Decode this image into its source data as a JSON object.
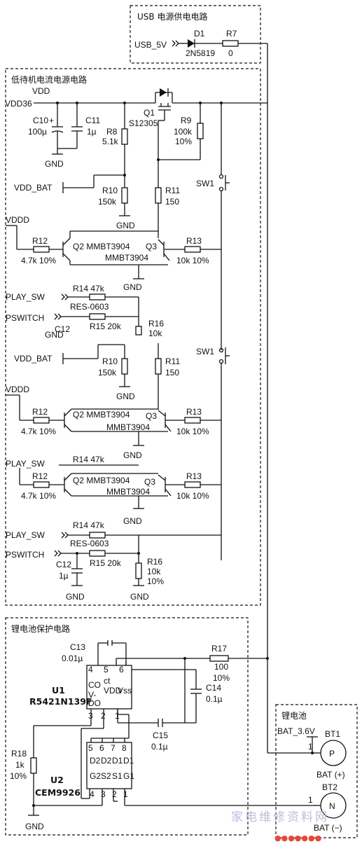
{
  "usb_section": {
    "title": "USB 电源供电电路",
    "net": "USB_5V",
    "d1": {
      "ref": "D1",
      "part": "2N5819"
    },
    "r7": {
      "ref": "R7",
      "value": "0"
    }
  },
  "standby_section": {
    "title": "低待机电流电源电路",
    "vdd_label": "VDD",
    "vdd36_label": "VDD36",
    "c10": {
      "ref": "C10",
      "value": "100µ",
      "polarity": "+"
    },
    "c11": {
      "ref": "C11",
      "value": "1µ"
    },
    "gnd": "GND",
    "q1": {
      "ref": "Q1",
      "part": "S12305"
    },
    "r8": {
      "ref": "R8",
      "value": "5.1k"
    },
    "r9": {
      "ref": "R9",
      "value": "100k",
      "tol": "10%"
    },
    "vdd_bat": "VDD_BAT",
    "r10": {
      "ref": "R10",
      "value": "150k"
    },
    "r11": {
      "ref": "R11",
      "value": "150"
    },
    "sw1": "SW1",
    "vddd": "VDDD",
    "r12": {
      "ref": "R12",
      "value": "4.7k 10%"
    },
    "q2": "Q2 MMBT3904",
    "q3": {
      "ref": "Q3",
      "part": "MMBT3904"
    },
    "r13": {
      "ref": "R13",
      "value": "10k 10%"
    },
    "play_sw": "PLAY_SW",
    "pswitch": "PSWITCH",
    "r14": "R14 47k",
    "res0603": "RES-0603",
    "c12": {
      "ref": "C12",
      "value": "1µ"
    },
    "r15": "R15 20k",
    "r16": {
      "ref": "R16",
      "value": "10k",
      "tol": "10%"
    },
    "frag_gnd": "GND",
    "frag_10k": "10k",
    "frag_play": "PLAY_SW"
  },
  "battery_protect_section": {
    "title": "锂电池保护电路",
    "c13": {
      "ref": "C13",
      "value": "0.01µ"
    },
    "r17": {
      "ref": "R17",
      "value": "100",
      "tol": "10%"
    },
    "u1": {
      "ref": "U1",
      "part": "R5421N139F"
    },
    "u1_pins": {
      "ct": "ct",
      "vdd": "VDD",
      "vss": "Vss",
      "co": "CO",
      "vm": "V-",
      "do": "DO"
    },
    "c14": {
      "ref": "C14",
      "value": "0.1µ"
    },
    "c15": {
      "ref": "C15",
      "value": "0.1µ"
    },
    "r18": {
      "ref": "R18",
      "value": "1k",
      "tol": "10%"
    },
    "u2": {
      "ref": "U2",
      "part": "CEM9926"
    },
    "u2_pins": {
      "top": [
        "D2",
        "D2",
        "D1",
        "D1"
      ],
      "bottom": [
        "G2",
        "S2",
        "S1",
        "G1"
      ]
    },
    "pin_nums": {
      "u1_top": [
        "4",
        "5",
        "6"
      ],
      "u1_bottom": [
        "3",
        "2",
        "1"
      ],
      "u2_top": [
        "5",
        "6",
        "7",
        "8"
      ],
      "u2_bottom": [
        "4",
        "3",
        "2",
        "1"
      ]
    },
    "gnd": "GND"
  },
  "battery_section": {
    "title": "锂电池",
    "net": "BAT_3.6V",
    "bt1": {
      "ref": "BT1",
      "pin": "1",
      "symbol": "P",
      "label": "BAT (+)"
    },
    "bt2": {
      "ref": "BT2",
      "pin": "1",
      "symbol": "N",
      "label": "BAT (−)"
    }
  },
  "watermark": {
    "text": "家电维修资料网"
  }
}
